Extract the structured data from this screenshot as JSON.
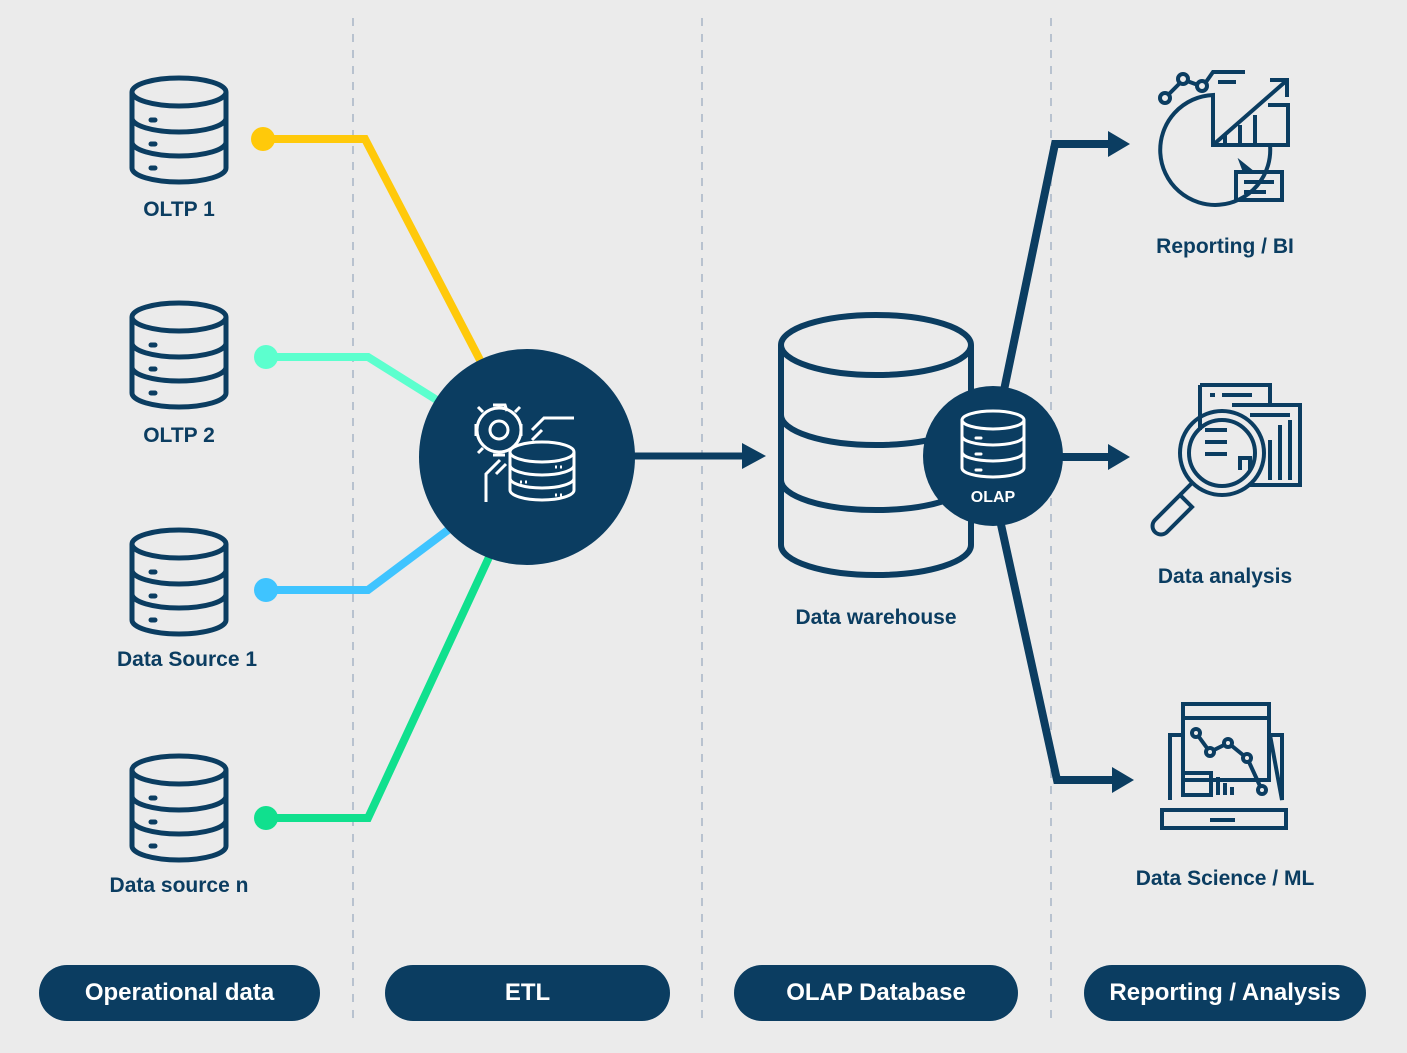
{
  "colors": {
    "navy": "#0b3d61",
    "background": "#ebebeb",
    "line_oltp1": "#ffc90a",
    "line_oltp2": "#5cffce",
    "line_ds1": "#3fc4ff",
    "line_dsn": "#10e08e",
    "divider": "#b8c2cf"
  },
  "sources": [
    {
      "label": "OLTP 1",
      "icon": "database-icon",
      "color_key": "line_oltp1"
    },
    {
      "label": "OLTP 2",
      "icon": "database-icon",
      "color_key": "line_oltp2"
    },
    {
      "label": "Data Source 1",
      "icon": "database-icon",
      "color_key": "line_ds1"
    },
    {
      "label": "Data source n",
      "icon": "database-icon",
      "color_key": "line_dsn"
    }
  ],
  "etl": {
    "icon": "gear-database-icon"
  },
  "warehouse": {
    "label": "Data warehouse",
    "icon": "database-icon"
  },
  "olap": {
    "label": "OLAP",
    "icon": "database-icon"
  },
  "outputs": [
    {
      "label": "Reporting / BI",
      "icon": "report-chart-icon"
    },
    {
      "label": "Data analysis",
      "icon": "magnifier-report-icon"
    },
    {
      "label": "Data Science / ML",
      "icon": "laptop-chart-icon"
    }
  ],
  "stages": [
    {
      "label": "Operational data"
    },
    {
      "label": "ETL"
    },
    {
      "label": "OLAP Database"
    },
    {
      "label": "Reporting / Analysis"
    }
  ]
}
